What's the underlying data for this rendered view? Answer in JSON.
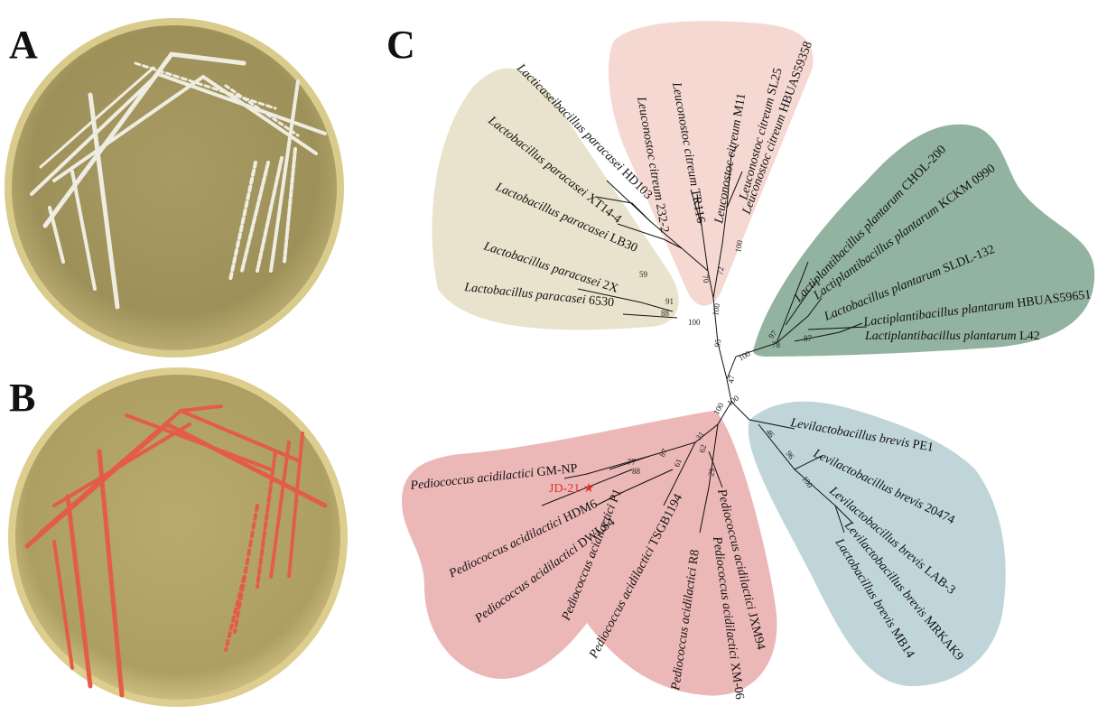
{
  "panels": {
    "a": "A",
    "b": "B",
    "c": "C"
  },
  "colors": {
    "plate_bg": "#a69a63",
    "plate_rim": "#d8c98a",
    "streak_white": "#f1efe6",
    "streak_red": "#e2604a",
    "clade_lacticaseibacillus": "#e9e3cd",
    "clade_leuconostoc": "#f5d8d2",
    "clade_lactiplantibacillus": "#92b39f",
    "clade_levilactobacillus": "#bfd5da",
    "clade_pediococcus": "#ecb7b7",
    "highlight": "#e0332b"
  },
  "tree": {
    "clades": [
      {
        "id": "lacticaseibacillus",
        "leaves": [
          {
            "genus": "Lacticaseibacillus paracasei",
            "strain": "HD103"
          },
          {
            "genus": "Lactobacillus paracasei",
            "strain": "XT14-4"
          },
          {
            "genus": "Lactobacillus paracasei",
            "strain": "LB30"
          },
          {
            "genus": "Lactobacillus paracasei",
            "strain": "2X"
          },
          {
            "genus": "Lactobacillus paracasei",
            "strain": "6530"
          }
        ],
        "bootstraps": [
          "59",
          "91",
          "88",
          "100"
        ]
      },
      {
        "id": "leuconostoc",
        "leaves": [
          {
            "genus": "Leuconostoc citreum",
            "strain": "232-2"
          },
          {
            "genus": "Leuconostoc citreum",
            "strain": "TR116"
          },
          {
            "genus": "Leuconostoc citreum",
            "strain": "M11"
          },
          {
            "genus": "Leuconostoc citreum",
            "strain": "SL25"
          },
          {
            "genus": "Leuconostoc citreum",
            "strain": "HBUAS59358"
          }
        ],
        "bootstraps": [
          "70",
          "72",
          "100",
          "100",
          "95"
        ]
      },
      {
        "id": "lactiplantibacillus",
        "leaves": [
          {
            "genus": "Lactiplantibacillus plantarum",
            "strain": "CHOL-200"
          },
          {
            "genus": "Lactiplantibacillus plantarum",
            "strain": "KCKM 0990"
          },
          {
            "genus": "Lactobacillus plantarum",
            "strain": "SLDL-132"
          },
          {
            "genus": "Lactiplantibacillus plantarum",
            "strain": "HBUAS59651"
          },
          {
            "genus": "Lactiplantibacillus plantarum",
            "strain": "L42"
          }
        ],
        "bootstraps": [
          "97",
          "78",
          "87",
          "100"
        ]
      },
      {
        "id": "levilactobacillus",
        "leaves": [
          {
            "genus": "Levilactobacillus brevis",
            "strain": "PE1"
          },
          {
            "genus": "Levilactobacillus brevis",
            "strain": "20474"
          },
          {
            "genus": "Levilactobacillus brevis",
            "strain": "LAB-3"
          },
          {
            "genus": "Levilactobacillus brevis",
            "strain": "MRKAK9"
          },
          {
            "genus": "Lactobacillus brevis",
            "strain": "MB14"
          }
        ],
        "bootstraps": [
          "100",
          "46",
          "96",
          "100"
        ]
      },
      {
        "id": "pediococcus",
        "leaves": [
          {
            "genus": "Pediococcus acidilactici",
            "strain": "GM-NP"
          },
          {
            "genus": "",
            "strain": "JD-21"
          },
          {
            "genus": "Pediococcus acidilactici",
            "strain": "HDM6"
          },
          {
            "genus": "Pediococcus acidilactici",
            "strain": "DWLS4"
          },
          {
            "genus": "Pediococcus acidilactici",
            "strain": "P1"
          },
          {
            "genus": "Pediococcus acidilactici",
            "strain": "TSGB1194"
          },
          {
            "genus": "Pediococcus acidilactici",
            "strain": "R8"
          },
          {
            "genus": "Pediococcus acidilactici",
            "strain": "XM-06"
          },
          {
            "genus": "Pediococcus acidilactici",
            "strain": "JXM94"
          }
        ],
        "bootstraps": [
          "100",
          "47",
          "31",
          "62",
          "87",
          "61",
          "88",
          "77",
          "29"
        ]
      }
    ]
  }
}
